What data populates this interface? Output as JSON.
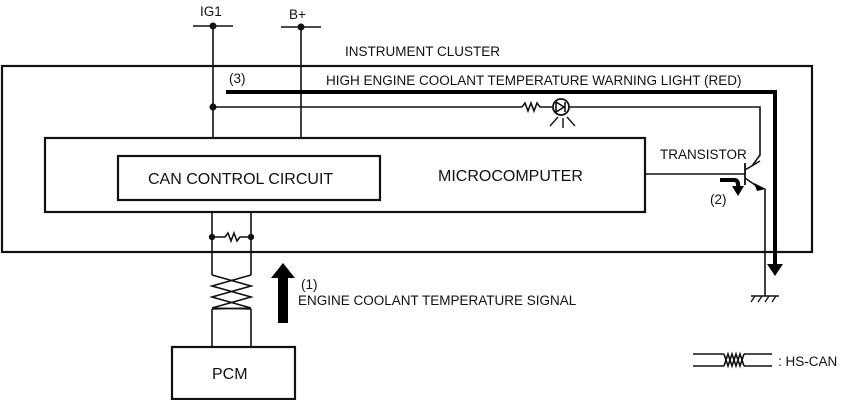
{
  "diagram": {
    "type": "wiring-schematic",
    "colors": {
      "line": "#111111",
      "background": "#ffffff"
    },
    "power_terminals": [
      {
        "id": "ig1",
        "label": "IG1"
      },
      {
        "id": "bplus",
        "label": "B+"
      }
    ],
    "instrument_cluster": {
      "label": "INSTRUMENT CLUSTER",
      "microcomputer_label": "MICROCOMPUTER",
      "can_circuit_label": "CAN CONTROL CIRCUIT",
      "warning_light_label": "HIGH ENGINE COOLANT TEMPERATURE WARNING LIGHT (RED)",
      "transistor_label": "TRANSISTOR"
    },
    "pcm_label": "PCM",
    "steps": [
      {
        "number": "(1)",
        "text": "ENGINE COOLANT TEMPERATURE SIGNAL"
      },
      {
        "number": "(2)",
        "text": ""
      },
      {
        "number": "(3)",
        "text": ""
      }
    ],
    "legend": {
      "symbol": "twisted-pair",
      "label": ": HS-CAN"
    }
  }
}
